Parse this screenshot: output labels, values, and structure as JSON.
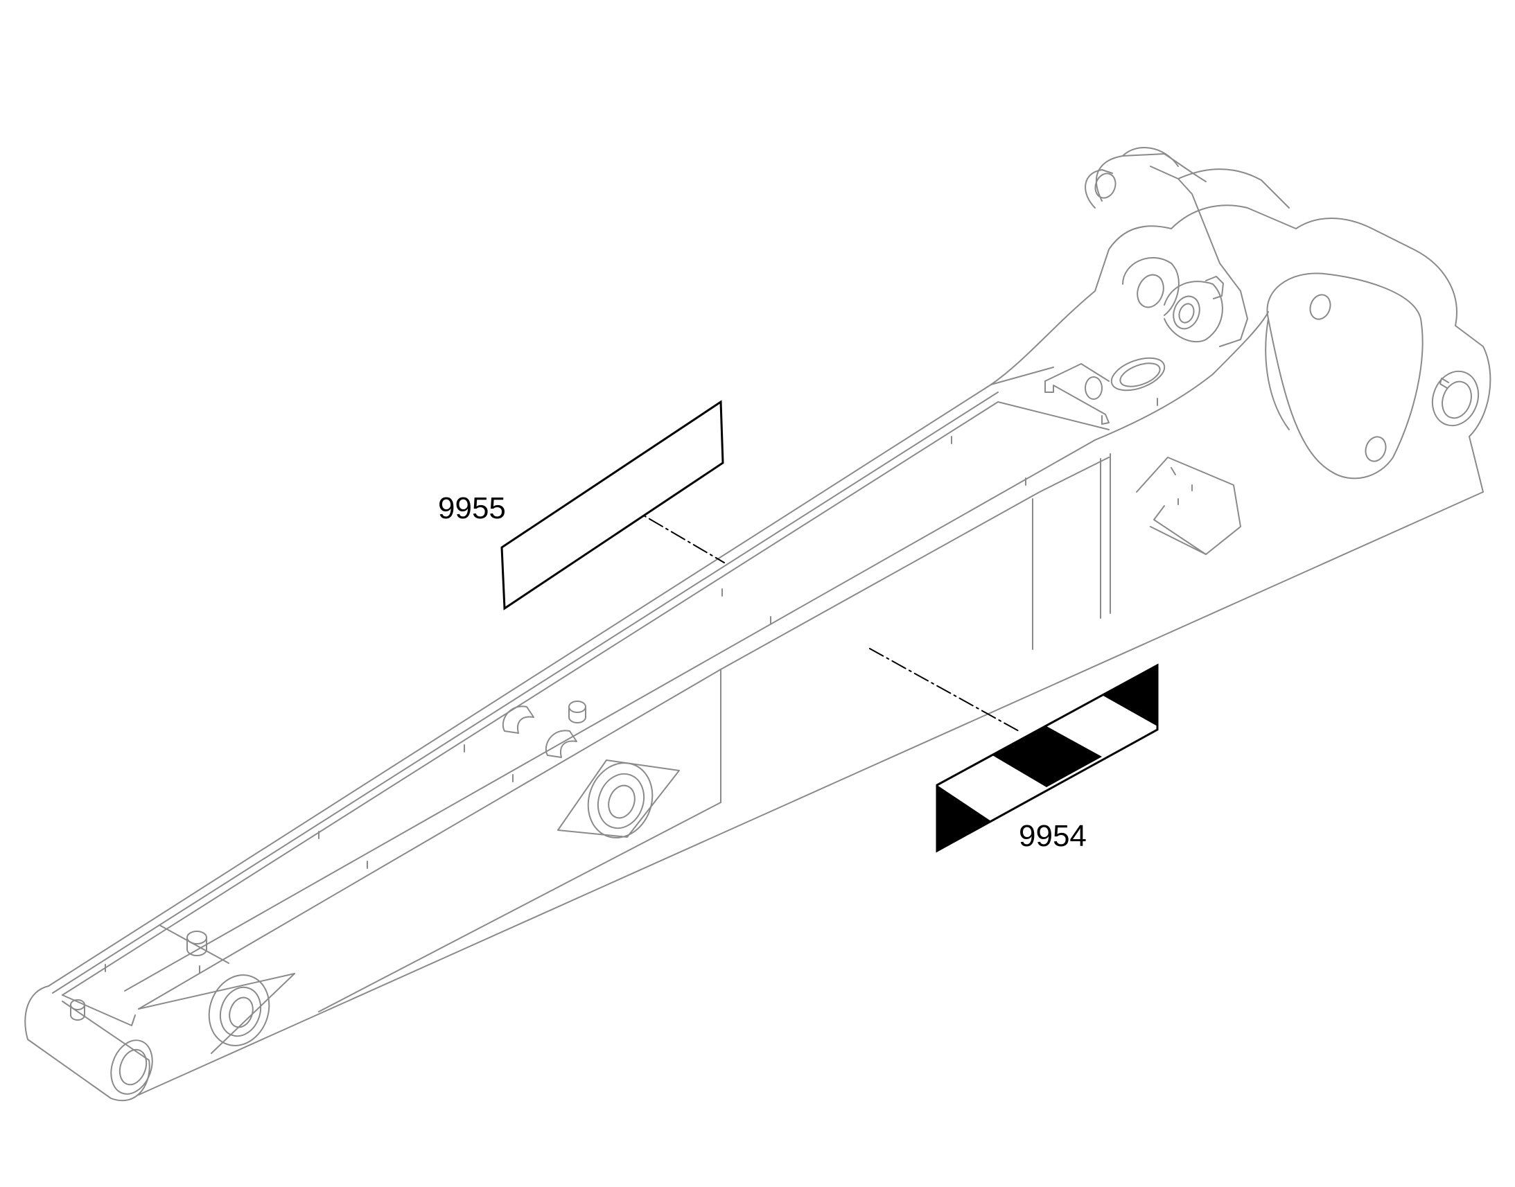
{
  "diagram": {
    "subject": "excavator-arm",
    "line_color": "#8a8a8a",
    "decal_color": "#000000",
    "parts": [
      {
        "id": "decal-plain",
        "number": "9955"
      },
      {
        "id": "decal-striped",
        "number": "9954"
      }
    ]
  }
}
